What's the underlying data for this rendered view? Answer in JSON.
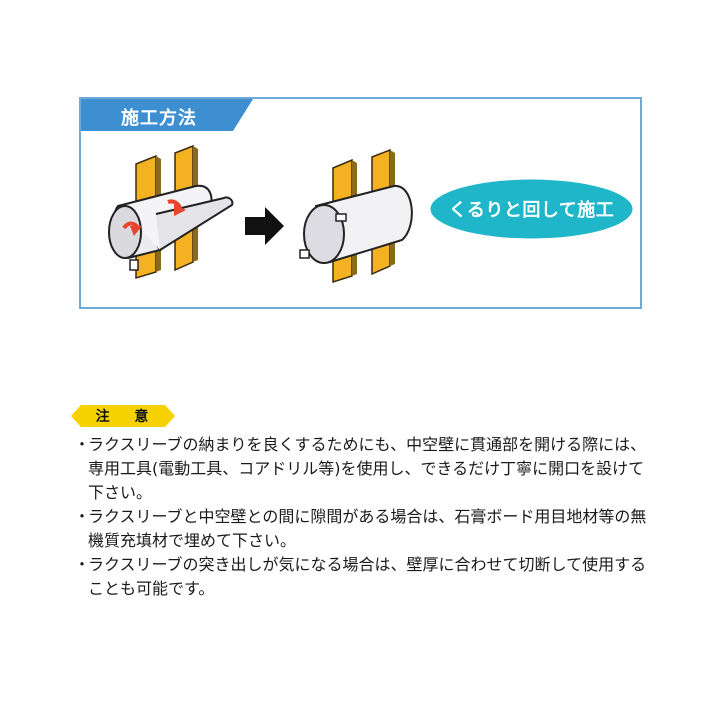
{
  "method": {
    "title": "施工方法",
    "badge": "くるりと回して施工"
  },
  "caution": {
    "title": "注 意",
    "items": [
      "ラクスリーブの納まりを良くするためにも、中空壁に貫通部を開ける際には、専用工具(電動工具、コアドリル等)を使用し、できるだけ丁寧に開口を設けて下さい。",
      "ラクスリーブと中空壁との間に隙間がある場合は、石膏ボード用目地材等の無機質充填材で埋めて下さい。",
      "ラクスリーブの突き出しが気になる場合は、壁厚に合わせて切断して使用することも可能です。"
    ],
    "bullet": "・"
  },
  "colors": {
    "frame": "#6fa9d8",
    "tab": "#3d8fd1",
    "badge": "#1eb6c8",
    "caution": "#f6d200",
    "board": "#f4b223",
    "arrow_red": "#e8452c"
  }
}
